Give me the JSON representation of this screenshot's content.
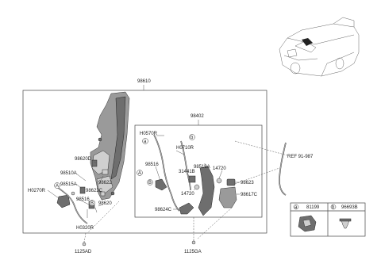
{
  "labels": {
    "p98610": "98610",
    "p98402": "98402",
    "h0570r": "H0570R",
    "h0710r": "H0710R",
    "p98620d": "98620D",
    "p98510a": "98510A",
    "p98515a": "98515A",
    "p98516_left": "98516",
    "h0270r": "H0270R",
    "h0320r": "H0320R",
    "p98622c": "98622C",
    "p98622": "98622",
    "p98620": "98620",
    "p98516_right": "98516",
    "p31441b": "31441B",
    "p98519a": "98519A",
    "p14720_top": "14720",
    "p14720_bottom": "14720",
    "p98623": "98623",
    "p98617c": "98617C",
    "p98624c": "98624C",
    "ref": "REF 91-987",
    "p1125ad": "1125AD",
    "p1125ga": "1125GA"
  },
  "callouts": {
    "a": "a",
    "b": "b",
    "A": "A",
    "B": "B"
  },
  "legend": {
    "a_letter": "a",
    "a_part": "81199",
    "b_letter": "b",
    "b_part": "96693B"
  }
}
